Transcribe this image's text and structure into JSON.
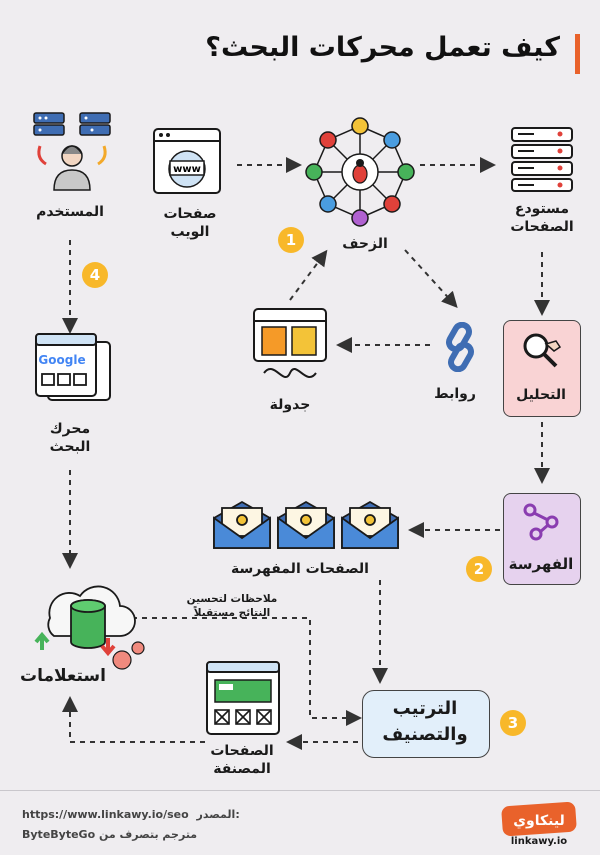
{
  "title": "كيف تعمل محركات البحث؟",
  "nodes": {
    "user": "المستخدم",
    "web_pages": "صفحات الويب",
    "crawler": "الزحف",
    "page_store": "مستودع الصفحات",
    "search_engine": "محرك البحث",
    "schedule": "جدولة",
    "links": "روابط",
    "analysis": "التحليل",
    "indexed_pages": "الصفحات المفهرسة",
    "indexing": "الفهرسة",
    "queries": "استعلامات",
    "feedback": "ملاحظات لتحسين النتائج مستقبلاً",
    "ranking": "الترتيب والتصنيف",
    "ranked_pages": "الصفحات المصنفة"
  },
  "badges": {
    "b1": "1",
    "b2": "2",
    "b3": "3",
    "b4": "4"
  },
  "icon_text": {
    "browser_url": "www",
    "google": "Google"
  },
  "footer": {
    "source_label": "المصدر:",
    "source_url": "https://www.linkawy.io/seo",
    "translated": "مترجم بتصرف من ByteByteGo",
    "logo_text": "لينكاوي",
    "logo_domain": "linkawy.io"
  },
  "colors": {
    "accent": "#e9622b",
    "badge": "#f8b82a",
    "analysis_bg": "#f9d3d4",
    "indexing_bg": "#e6d2ee",
    "ranking_bg": "#e2effa"
  }
}
